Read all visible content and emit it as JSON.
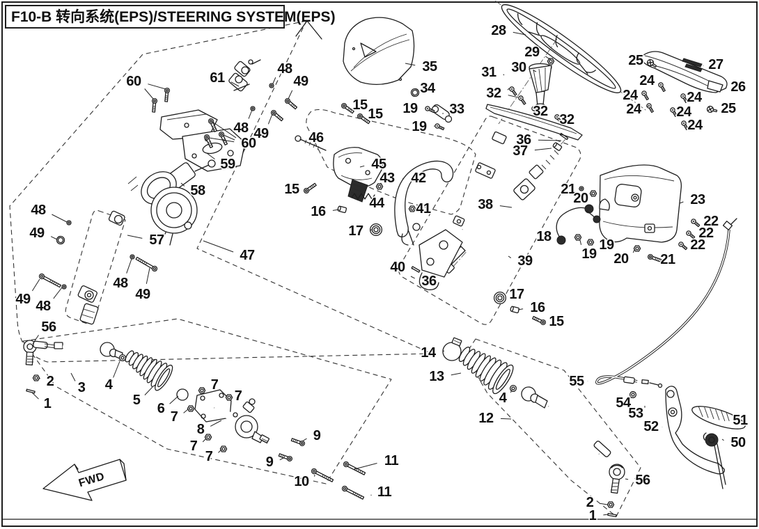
{
  "title": {
    "text": "F10-B 转向系统(EPS)/STEERING SYSTEM(EPS)"
  },
  "fwd_label": "FWD",
  "colors": {
    "ink": "#1d1d1d",
    "paper": "#ffffff",
    "dash": "#333333"
  },
  "callouts": [
    [
      "60",
      192,
      117,
      [
        [
          220,
          142
        ],
        [
          238,
          128
        ]
      ]
    ],
    [
      "61",
      312,
      112,
      [
        [
          343,
          124
        ]
      ]
    ],
    [
      "48",
      409,
      99,
      [
        [
          392,
          120
        ]
      ]
    ],
    [
      "49",
      432,
      117,
      [
        [
          414,
          142
        ]
      ]
    ],
    [
      "48",
      346,
      184,
      [
        [
          362,
          158
        ]
      ]
    ],
    [
      "49",
      375,
      192,
      [
        [
          391,
          164
        ]
      ]
    ],
    [
      "60",
      357,
      206,
      [
        [
          305,
          175
        ],
        [
          321,
          194
        ],
        [
          300,
          198
        ]
      ]
    ],
    [
      "59",
      327,
      236,
      [
        [
          297,
          220
        ]
      ]
    ],
    [
      "58",
      284,
      274,
      [
        [
          260,
          263
        ]
      ]
    ],
    [
      "35",
      617,
      96,
      [
        [
          582,
          91
        ]
      ]
    ],
    [
      "34",
      614,
      127,
      [
        [
          601,
          132
        ]
      ]
    ],
    [
      "19",
      589,
      156,
      [
        [
          610,
          156
        ]
      ]
    ],
    [
      "33",
      656,
      157,
      [
        [
          636,
          164
        ]
      ]
    ],
    [
      "19",
      602,
      182,
      [
        [
          624,
          181
        ]
      ]
    ],
    [
      "28",
      716,
      44,
      [
        [
          755,
          50
        ]
      ]
    ],
    [
      "29",
      764,
      75,
      [
        [
          791,
          86
        ]
      ]
    ],
    [
      "30",
      745,
      97,
      [
        [
          770,
          103
        ]
      ]
    ],
    [
      "31",
      702,
      104,
      [
        [
          724,
          108
        ]
      ]
    ],
    [
      "32",
      709,
      134,
      [
        [
          731,
          127
        ],
        [
          744,
          140
        ]
      ]
    ],
    [
      "32",
      776,
      160,
      [
        [
          769,
          155
        ]
      ]
    ],
    [
      "32",
      814,
      172,
      [
        [
          803,
          167
        ]
      ]
    ],
    [
      "25",
      913,
      87,
      [
        [
          930,
          90
        ]
      ]
    ],
    [
      "27",
      1028,
      93,
      [
        [
          1010,
          95
        ]
      ]
    ],
    [
      "26",
      1060,
      125,
      [
        [
          1043,
          127
        ]
      ]
    ],
    [
      "24",
      929,
      116,
      [
        [
          946,
          121
        ]
      ]
    ],
    [
      "24",
      905,
      137,
      [
        [
          925,
          134
        ]
      ]
    ],
    [
      "24",
      910,
      157,
      [
        [
          930,
          152
        ]
      ]
    ],
    [
      "24",
      997,
      140,
      [
        [
          984,
          138
        ]
      ]
    ],
    [
      "24",
      982,
      161,
      [
        [
          969,
          158
        ]
      ]
    ],
    [
      "24",
      998,
      180,
      [
        [
          985,
          177
        ]
      ]
    ],
    [
      "25",
      1046,
      156,
      [
        [
          1025,
          157
        ]
      ]
    ],
    [
      "46",
      454,
      198,
      [
        [
          438,
          204
        ]
      ]
    ],
    [
      "45",
      544,
      236,
      [
        [
          517,
          240
        ]
      ]
    ],
    [
      "43",
      556,
      256,
      [
        [
          547,
          265
        ]
      ]
    ],
    [
      "42",
      601,
      256,
      [
        [
          578,
          257
        ]
      ]
    ],
    [
      "44",
      541,
      292,
      [
        [
          519,
          289
        ]
      ]
    ],
    [
      "41",
      608,
      300,
      [
        [
          597,
          300
        ]
      ]
    ],
    [
      "15",
      517,
      151,
      [
        [
          499,
          153
        ]
      ]
    ],
    [
      "15",
      539,
      164,
      [
        [
          522,
          168
        ]
      ]
    ],
    [
      "15",
      419,
      272,
      [
        [
          438,
          272
        ]
      ]
    ],
    [
      "16",
      457,
      304,
      [
        [
          487,
          301
        ]
      ]
    ],
    [
      "17",
      511,
      332,
      [
        [
          534,
          330
        ]
      ]
    ],
    [
      "36",
      752,
      201,
      [
        [
          806,
          202
        ]
      ]
    ],
    [
      "37",
      747,
      217,
      [
        [
          792,
          213
        ]
      ]
    ],
    [
      "38",
      697,
      294,
      [
        [
          735,
          298
        ]
      ]
    ],
    [
      "39",
      754,
      375,
      [
        [
          730,
          368
        ]
      ]
    ],
    [
      "40",
      571,
      384,
      [
        [
          592,
          387
        ]
      ]
    ],
    [
      "36",
      616,
      404,
      [
        [
          590,
          397
        ]
      ]
    ],
    [
      "17",
      742,
      423,
      [
        [
          723,
          427
        ]
      ]
    ],
    [
      "16",
      772,
      442,
      [
        [
          744,
          445
        ]
      ]
    ],
    [
      "15",
      799,
      462,
      [
        [
          777,
          461
        ]
      ]
    ],
    [
      "21",
      816,
      272,
      [
        [
          831,
          271
        ]
      ]
    ],
    [
      "20",
      834,
      285,
      [
        [
          849,
          279
        ]
      ]
    ],
    [
      "23",
      1002,
      287,
      [
        [
          976,
          292
        ]
      ]
    ],
    [
      "22",
      1021,
      318,
      [
        [
          1000,
          318
        ]
      ]
    ],
    [
      "22",
      1014,
      335,
      [
        [
          993,
          335
        ]
      ]
    ],
    [
      "22",
      1002,
      352,
      [
        [
          982,
          351
        ]
      ]
    ],
    [
      "18",
      781,
      340,
      [
        [
          803,
          344
        ]
      ]
    ],
    [
      "19",
      871,
      352,
      [
        [
          852,
          348
        ]
      ]
    ],
    [
      "19",
      846,
      365,
      [
        [
          833,
          345
        ]
      ]
    ],
    [
      "20",
      892,
      372,
      [
        [
          911,
          359
        ]
      ]
    ],
    [
      "21",
      959,
      373,
      [
        [
          940,
          370
        ]
      ]
    ],
    [
      "48",
      55,
      302,
      [
        [
          96,
          319
        ]
      ]
    ],
    [
      "49",
      53,
      335,
      [
        [
          82,
          344
        ]
      ]
    ],
    [
      "57",
      225,
      345,
      [
        [
          183,
          338
        ]
      ]
    ],
    [
      "47",
      355,
      367,
      [
        [
          292,
          346
        ]
      ]
    ],
    [
      "48",
      173,
      407,
      [
        [
          189,
          372
        ]
      ]
    ],
    [
      "49",
      205,
      423,
      [
        [
          215,
          385
        ]
      ]
    ],
    [
      "49",
      33,
      430,
      [
        [
          57,
          401
        ]
      ]
    ],
    [
      "48",
      62,
      440,
      [
        [
          89,
          413
        ]
      ]
    ],
    [
      "56",
      70,
      470,
      [
        [
          47,
          494
        ]
      ]
    ],
    [
      "2",
      72,
      548,
      [
        [
          57,
          543
        ]
      ]
    ],
    [
      "1",
      68,
      580,
      [
        [
          46,
          564
        ]
      ]
    ],
    [
      "3",
      117,
      557,
      [
        [
          102,
          536
        ]
      ]
    ],
    [
      "4",
      156,
      553,
      [
        [
          172,
          519
        ]
      ]
    ],
    [
      "5",
      196,
      575,
      [
        [
          219,
          556
        ]
      ]
    ],
    [
      "6",
      231,
      587,
      [
        [
          256,
          569
        ]
      ]
    ],
    [
      "7",
      308,
      553,
      [
        [
          293,
          560
        ]
      ]
    ],
    [
      "7",
      342,
      569,
      [
        [
          332,
          571
        ]
      ]
    ],
    [
      "7",
      250,
      599,
      [
        [
          270,
          588
        ]
      ]
    ],
    [
      "8",
      288,
      617,
      [
        [
          318,
          604
        ]
      ]
    ],
    [
      "7",
      278,
      641,
      [
        [
          296,
          630
        ]
      ]
    ],
    [
      "7",
      300,
      656,
      [
        [
          318,
          646
        ]
      ]
    ],
    [
      "9",
      455,
      626,
      [
        [
          434,
          634
        ]
      ]
    ],
    [
      "9",
      387,
      664,
      [
        [
          407,
          658
        ]
      ]
    ],
    [
      "10",
      433,
      692,
      [
        [
          452,
          682
        ]
      ]
    ],
    [
      "11",
      562,
      662,
      [
        [
          509,
          674
        ]
      ]
    ],
    [
      "11",
      552,
      707,
      [
        [
          533,
          712
        ]
      ]
    ],
    [
      "14",
      615,
      507,
      [
        [
          638,
          504
        ]
      ]
    ],
    [
      "13",
      627,
      541,
      [
        [
          662,
          536
        ]
      ]
    ],
    [
      "4",
      722,
      572,
      [
        [
          735,
          560
        ]
      ]
    ],
    [
      "12",
      698,
      601,
      [
        [
          734,
          602
        ]
      ]
    ],
    [
      "55",
      828,
      548,
      [
        [
          844,
          547
        ]
      ]
    ],
    [
      "54",
      895,
      579,
      [
        [
          906,
          570
        ]
      ]
    ],
    [
      "53",
      913,
      594,
      [
        [
          926,
          583
        ]
      ]
    ],
    [
      "52",
      935,
      613,
      [
        [
          951,
          614
        ]
      ]
    ],
    [
      "51",
      1063,
      604,
      [
        [
          1044,
          603
        ]
      ]
    ],
    [
      "50",
      1060,
      636,
      [
        [
          1037,
          631
        ]
      ]
    ],
    [
      "56",
      923,
      690,
      [
        [
          898,
          688
        ]
      ]
    ],
    [
      "2",
      847,
      722,
      [
        [
          872,
          725
        ]
      ]
    ],
    [
      "1",
      851,
      741,
      [
        [
          873,
          739
        ]
      ]
    ]
  ],
  "fasteners": [
    [
      "bolt",
      222,
      145,
      95
    ],
    [
      "bolt",
      240,
      130,
      95
    ],
    [
      "ball",
      390,
      123,
      0
    ],
    [
      "bolt",
      413,
      145,
      40
    ],
    [
      "ball",
      363,
      156,
      0
    ],
    [
      "bolt",
      393,
      162,
      40
    ],
    [
      "bolt",
      303,
      174,
      65
    ],
    [
      "bolt",
      318,
      193,
      65
    ],
    [
      "bolt",
      297,
      197,
      65
    ],
    [
      "screw",
      614,
      156,
      25
    ],
    [
      "screw",
      628,
      181,
      25
    ],
    [
      "ring",
      596,
      133,
      -30
    ],
    [
      "screw",
      735,
      128,
      55
    ],
    [
      "screw",
      748,
      141,
      55
    ],
    [
      "screw",
      767,
      156,
      55
    ],
    [
      "screw",
      800,
      168,
      55
    ],
    [
      "phillips",
      934,
      90,
      35
    ],
    [
      "phillips",
      1020,
      157,
      15
    ],
    [
      "screw",
      949,
      122,
      60
    ],
    [
      "screw",
      925,
      134,
      60
    ],
    [
      "screw",
      932,
      152,
      60
    ],
    [
      "screw",
      981,
      138,
      60
    ],
    [
      "screw",
      966,
      158,
      60
    ],
    [
      "screw",
      982,
      177,
      60
    ],
    [
      "screw",
      996,
      318,
      40
    ],
    [
      "screw",
      989,
      335,
      40
    ],
    [
      "screw",
      978,
      351,
      40
    ],
    [
      "bolt",
      494,
      152,
      35
    ],
    [
      "bolt",
      517,
      167,
      35
    ],
    [
      "bolt",
      440,
      274,
      -35
    ],
    [
      "spacer",
      492,
      301,
      15
    ],
    [
      "bushing",
      540,
      330,
      0
    ],
    [
      "bushing",
      718,
      428,
      0
    ],
    [
      "spacer",
      740,
      445,
      15
    ],
    [
      "bolt",
      780,
      463,
      -155
    ],
    [
      "nut",
      545,
      268,
      0
    ],
    [
      "nut",
      592,
      300,
      0
    ],
    [
      "nut",
      791,
      88,
      0
    ],
    [
      "ball",
      99,
      320,
      0
    ],
    [
      "ring",
      87,
      345,
      30
    ],
    [
      "ball",
      190,
      369,
      0
    ],
    [
      "longbolt",
      222,
      386,
      -150
    ],
    [
      "longbolt",
      60,
      397,
      28
    ],
    [
      "ball",
      92,
      412,
      0
    ],
    [
      "nut",
      52,
      543,
      0
    ],
    [
      "pin",
      44,
      562,
      15
    ],
    [
      "washer",
      176,
      514,
      35
    ],
    [
      "nut",
      290,
      561,
      0
    ],
    [
      "nut",
      329,
      571,
      0
    ],
    [
      "nut",
      274,
      587,
      0
    ],
    [
      "nut",
      299,
      628,
      0
    ],
    [
      "nut",
      321,
      645,
      0
    ],
    [
      "bolt",
      434,
      637,
      -160
    ],
    [
      "bolt",
      416,
      659,
      -160
    ],
    [
      "longbolt",
      451,
      677,
      27
    ],
    [
      "longbolt",
      497,
      667,
      27
    ],
    [
      "longbolt",
      495,
      702,
      27
    ],
    [
      "washer",
      737,
      558,
      35
    ],
    [
      "ball",
      835,
      271,
      0
    ],
    [
      "nut",
      852,
      278,
      0
    ],
    [
      "nut",
      848,
      348,
      0
    ],
    [
      "nut",
      830,
      341,
      0
    ],
    [
      "nut",
      915,
      357,
      0
    ],
    [
      "bolt",
      934,
      369,
      20
    ],
    [
      "washer",
      909,
      567,
      20
    ],
    [
      "nut",
      877,
      725,
      0
    ],
    [
      "pin",
      879,
      740,
      10
    ],
    [
      "pin",
      597,
      387,
      30
    ],
    [
      "pin",
      810,
      196,
      35
    ],
    [
      "spacer",
      801,
      211,
      35
    ]
  ]
}
